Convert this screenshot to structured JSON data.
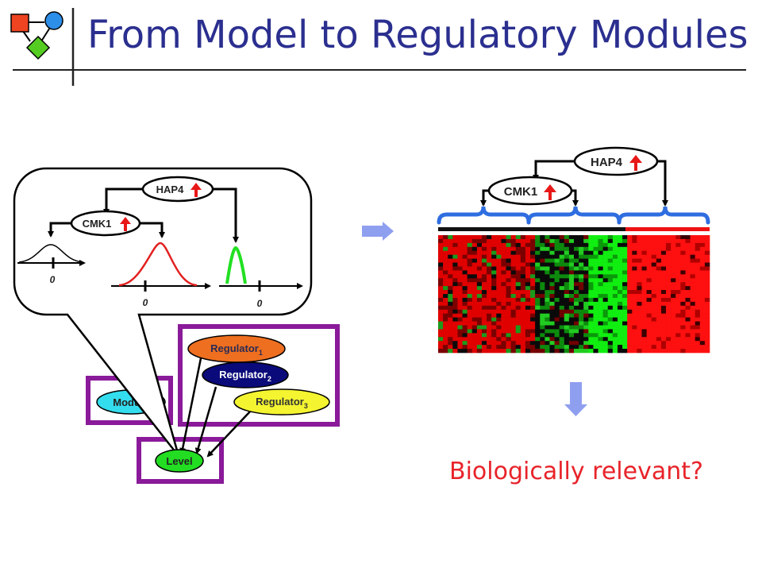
{
  "slide": {
    "title": "From Model to Regulatory Modules",
    "question": "Biologically relevant?"
  },
  "model_panel": {
    "regulators": {
      "top": "HAP4",
      "middle": "CMK1"
    },
    "axis_zero_labels": [
      "0",
      "0",
      "0"
    ],
    "distribution_colors": [
      "#000000",
      "#e22020",
      "#22e022"
    ]
  },
  "network": {
    "regulator_1": {
      "name": "Regulator",
      "sub": "1",
      "color": "#ee6f1f"
    },
    "regulator_2": {
      "name": "Regulator",
      "sub": "2",
      "color": "#0a0a7a"
    },
    "regulator_3": {
      "name": "Regulator",
      "sub": "3",
      "color": "#f4f430"
    },
    "module": {
      "label": "Module",
      "color": "#33ddee"
    },
    "level": {
      "label": "Level",
      "color": "#22dd22"
    },
    "frame_color": "#8a1a9a"
  },
  "module_view": {
    "regulators": {
      "top": "HAP4",
      "middle": "CMK1"
    },
    "brace_color": "#2f6ee0",
    "heatmap_colors": [
      "#ff0000",
      "#000000",
      "#00ff00"
    ]
  },
  "icons": [
    "up-arrow-icon",
    "right-arrow-icon",
    "down-arrow-icon",
    "logo-icon"
  ]
}
